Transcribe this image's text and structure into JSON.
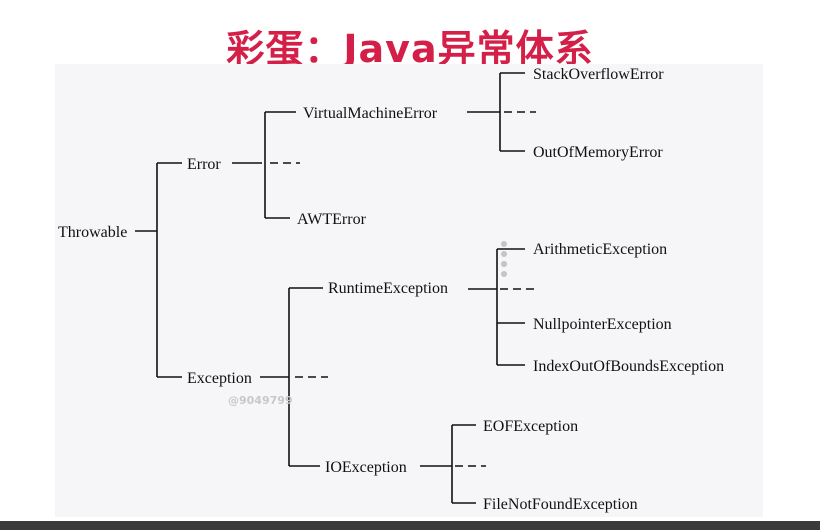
{
  "title": "彩蛋：Java异常体系",
  "colors": {
    "title": "#d42048",
    "panel": "#f6f6f8",
    "line": "#111111"
  },
  "tree": {
    "root": "Throwable",
    "error": {
      "label": "Error",
      "vme": {
        "label": "VirtualMachineError",
        "children": [
          "StackOverflowError",
          "OutOfMemoryError"
        ]
      },
      "awt": "AWTError"
    },
    "exception": {
      "label": "Exception",
      "runtime": {
        "label": "RuntimeException",
        "children": [
          "ArithmeticException",
          "NullpointerException",
          "IndexOutOfBoundsException"
        ]
      },
      "io": {
        "label": "IOException",
        "children": [
          "EOFException",
          "FileNotFoundException"
        ]
      }
    }
  },
  "watermark": "@9049799"
}
